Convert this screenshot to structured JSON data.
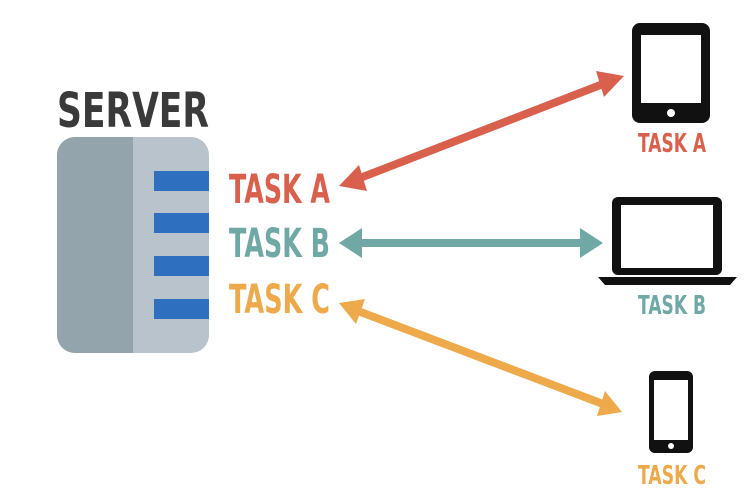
{
  "server": {
    "label": "SERVER"
  },
  "tasks": [
    {
      "label": "TASK A",
      "color": "#d9604c"
    },
    {
      "label": "TASK B",
      "color": "#6fa8a4"
    },
    {
      "label": "TASK C",
      "color": "#eea94b"
    }
  ],
  "devices": [
    {
      "kind": "tablet",
      "label": "TASK A",
      "icon": "tablet-icon"
    },
    {
      "kind": "laptop",
      "label": "TASK B",
      "icon": "laptop-icon"
    },
    {
      "kind": "phone",
      "label": "TASK C",
      "icon": "smartphone-icon"
    }
  ],
  "colors": {
    "server_dark": "#94a4ad",
    "server_light": "#b8c3cb",
    "server_slot": "#2f6fc0",
    "device_black": "#111111",
    "server_title": "#3a3a3a"
  }
}
